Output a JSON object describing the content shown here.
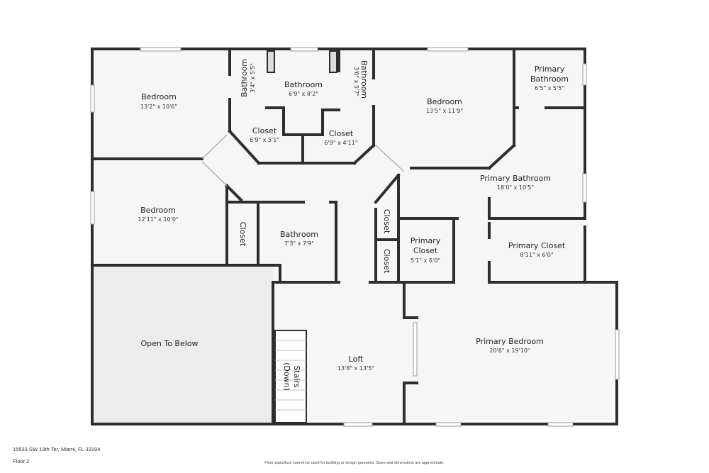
{
  "address": "15533 SW 13th Ter, Miami, FL 33194",
  "floor": "Floor 2",
  "disclaimer": "Floor plans/tour cannot be used for building or design purposes. Sizes and dimensions are approximate.",
  "rooms": {
    "bedroom_nw": {
      "name": "Bedroom",
      "dim": "13'2\" x 10'6\""
    },
    "bath_1": {
      "name": "Bathroom",
      "dim": "3'4\" x 5'5\""
    },
    "bath_2": {
      "name": "Bathroom",
      "dim": "6'9\" x 8'2\""
    },
    "bath_3": {
      "name": "Bathroom",
      "dim": "3'0\" x 5'7\""
    },
    "bedroom_n": {
      "name": "Bedroom",
      "dim": "13'5\" x 11'9\""
    },
    "primary_bath_small": {
      "name1": "Primary",
      "name2": "Bathroom",
      "dim": "6'5\" x 5'5\""
    },
    "closet_1": {
      "name": "Closet",
      "dim": "6'9\" x 5'1\""
    },
    "closet_2": {
      "name": "Closet",
      "dim": "6'9\" x 4'11\""
    },
    "bedroom_w": {
      "name": "Bedroom",
      "dim": "12'11\" x 10'0\""
    },
    "closet_3": {
      "name": "Closet"
    },
    "bath_4": {
      "name": "Bathroom",
      "dim": "7'3\" x 7'9\""
    },
    "closet_4": {
      "name": "Closet"
    },
    "closet_5": {
      "name": "Closet"
    },
    "primary_closet_small": {
      "name1": "Primary",
      "name2": "Closet",
      "dim": "5'1\" x 6'0\""
    },
    "primary_bath": {
      "name": "Primary Bathroom",
      "dim": "18'0\" x 10'5\""
    },
    "primary_closet": {
      "name": "Primary Closet",
      "dim": "8'11\" x 6'0\""
    },
    "open_to_below": {
      "name": "Open To Below"
    },
    "stairs": {
      "name1": "Stairs",
      "name2": "(Down)"
    },
    "loft": {
      "name": "Loft",
      "dim": "13'8\" x 13'5\""
    },
    "primary_bedroom": {
      "name": "Primary Bedroom",
      "dim": "20'6\" x 19'10\""
    }
  }
}
